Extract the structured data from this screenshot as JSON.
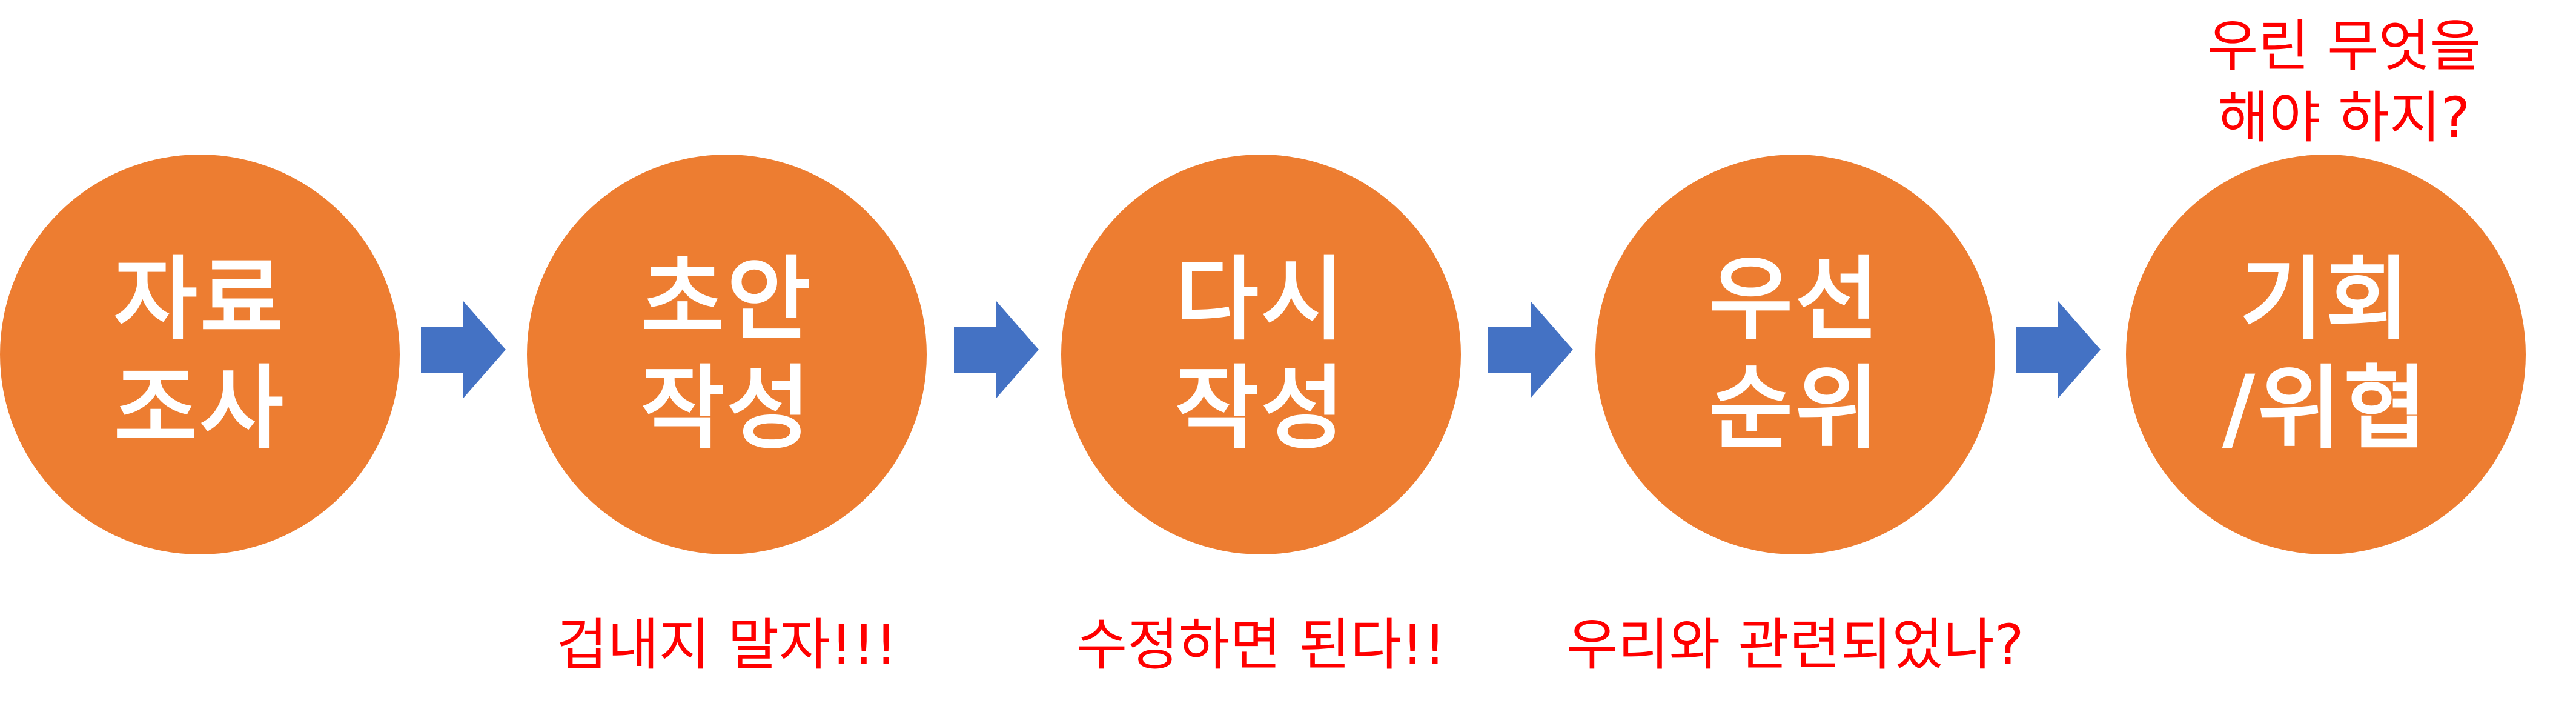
{
  "colors": {
    "circle_fill": "#ED7D31",
    "arrow_fill": "#4472C4",
    "circle_text": "#FFFFFF",
    "note_text": "#FF0000"
  },
  "steps": [
    {
      "line1": "자료",
      "line2": "조사"
    },
    {
      "line1": "초안",
      "line2": "작성"
    },
    {
      "line1": "다시",
      "line2": "작성"
    },
    {
      "line1": "우선",
      "line2": "순위"
    },
    {
      "line1": "기회",
      "line2": "/위협"
    }
  ],
  "notes": {
    "draft": "겁내지 말자!!!",
    "rewrite": "수정하면 된다!!",
    "priority": "우리와 관련되었나?",
    "opportunity_line1": "우린 무엇을",
    "opportunity_line2": "해야 하지?"
  }
}
